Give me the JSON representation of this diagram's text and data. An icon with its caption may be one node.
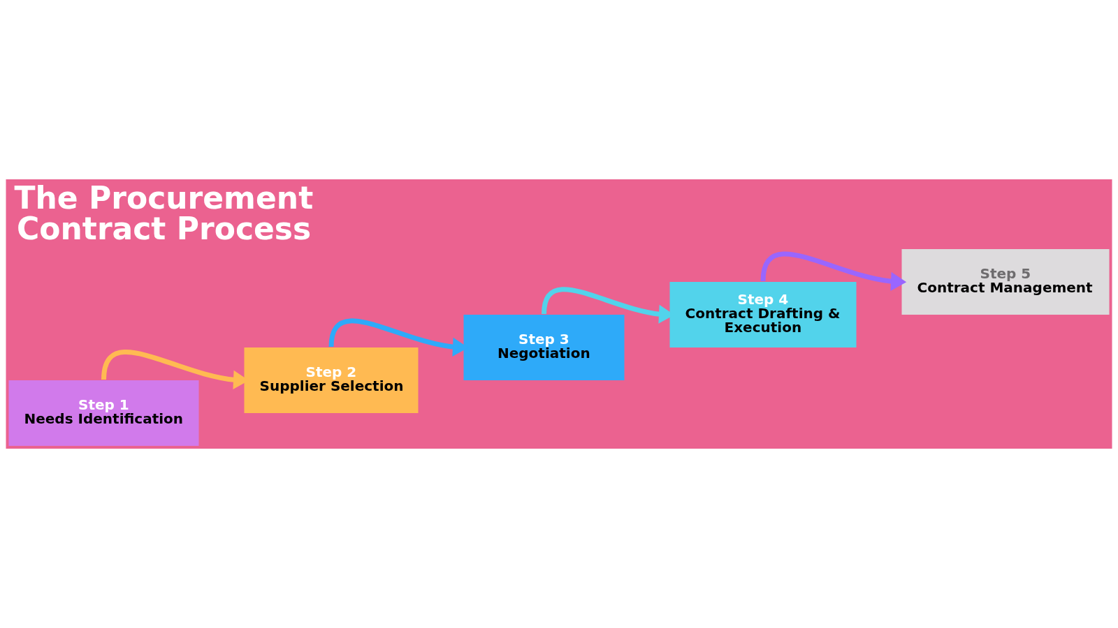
{
  "diagram": {
    "title": "The Procurement Contract Process",
    "nodes": [
      {
        "text": [
          "Step 1",
          "Needs Identification"
        ]
      },
      {
        "text": [
          "Step 2",
          "Supplier Selection"
        ]
      },
      {
        "text": [
          "Step 3",
          "Negotiation"
        ]
      },
      {
        "text": [
          "Step 4",
          "Contract Drafting & Execution"
        ]
      },
      {
        "text": [
          "Step 5",
          "Contract Management"
        ]
      }
    ],
    "edges": [
      {
        "from": 0,
        "to": 1,
        "arrow": "to",
        "color": "#ffba52"
      },
      {
        "from": 1,
        "to": 2,
        "arrow": "to",
        "color": "#2eaaf9"
      },
      {
        "from": 2,
        "to": 3,
        "arrow": "to",
        "color": "#52d3eb"
      },
      {
        "from": 3,
        "to": 4,
        "arrow": "to",
        "color": "#9966ff"
      }
    ]
  }
}
